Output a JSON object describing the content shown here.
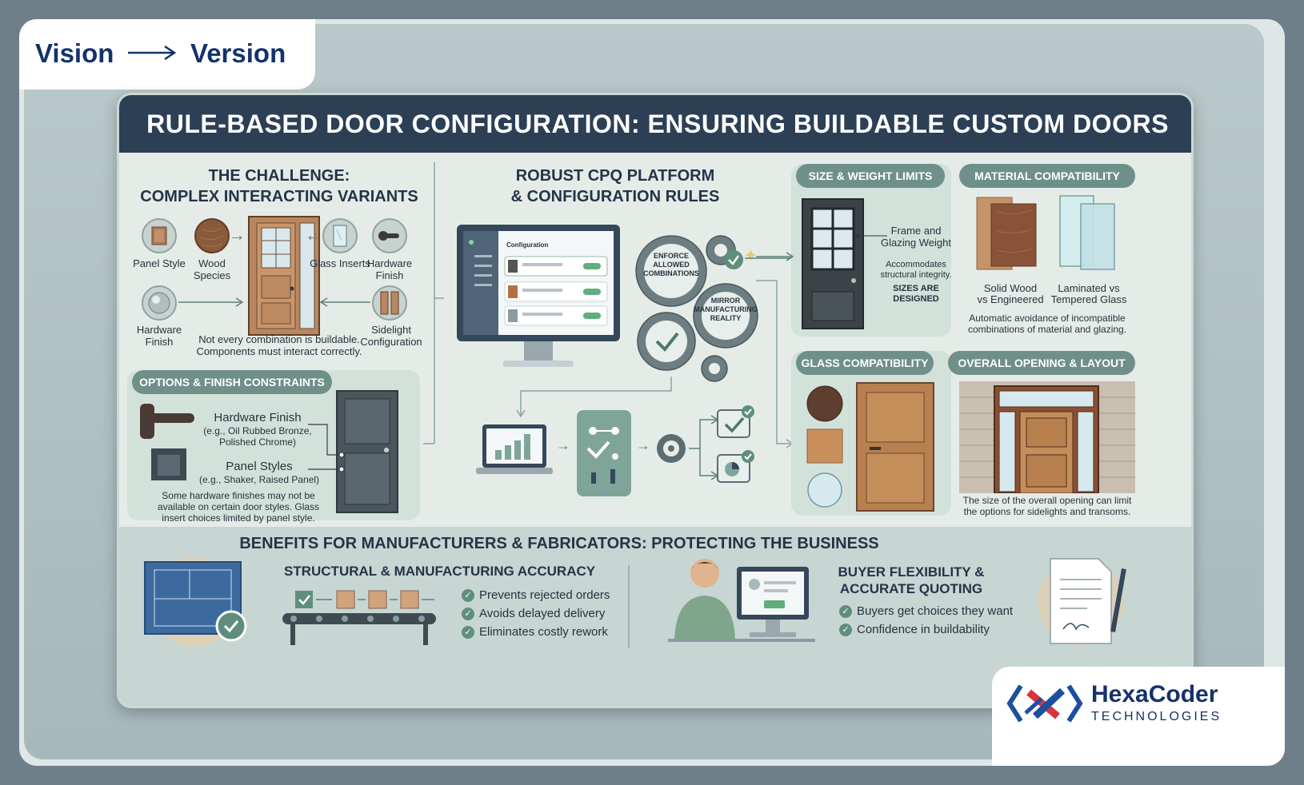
{
  "vision": "Vision",
  "version": "Version",
  "title": "RULE-BASED DOOR CONFIGURATION: ENSURING BUILDABLE CUSTOM DOORS",
  "challenge": {
    "heading1": "THE CHALLENGE:",
    "heading2": "COMPLEX INTERACTING VARIANTS",
    "panel_style": "Panel Style",
    "wood_species": "Wood Species",
    "glass_inserts": "Glass Inserts",
    "hardware_finish_top": "Hardware Finish",
    "hardware_finish_bottom": "Hardware Finish",
    "sidelight_config": "Sidelight Configuration",
    "note1": "Not every combination is buildable.",
    "note2": "Components must interact correctly."
  },
  "options": {
    "pill": "OPTIONS & FINISH CONSTRAINTS",
    "hw_title": "Hardware Finish",
    "hw_sub1": "(e.g., Oil Rubbed Bronze,",
    "hw_sub2": "Polished Chrome)",
    "ps_title": "Panel Styles",
    "ps_sub": "(e.g., Shaker, Raised Panel)",
    "note1": "Some hardware finishes may not be",
    "note2": "available on certain door styles. Glass",
    "note3": "insert choices limited by panel style."
  },
  "cpq": {
    "heading1": "ROBUST CPQ PLATFORM",
    "heading2": "& CONFIGURATION RULES",
    "screen_title": "Configuration",
    "gear1_1": "ENFORCE",
    "gear1_2": "ALLOWED",
    "gear1_3": "COMBINATIONS",
    "gear2_1": "MIRROR",
    "gear2_2": "MANUFACTURING",
    "gear2_3": "REALITY"
  },
  "size": {
    "pill": "SIZE & WEIGHT LIMITS",
    "label1": "Frame and",
    "label2": "Glazing Weight",
    "acc1": "Accommodates",
    "acc2": "structural integrity.",
    "sizes1": "SIZES ARE",
    "sizes2": "DESIGNED"
  },
  "material": {
    "pill": "MATERIAL COMPATIBILITY",
    "solid1": "Solid Wood",
    "solid2": "vs Engineered",
    "lam1": "Laminated vs",
    "lam2": "Tempered Glass",
    "note1": "Automatic avoidance of incompatible",
    "note2": "combinations of material and glazing."
  },
  "glass": {
    "pill": "GLASS COMPATIBILITY"
  },
  "opening": {
    "pill": "OVERALL OPENING & LAYOUT",
    "note1": "The size of the overall opening can limit",
    "note2": "the options for sidelights and transoms."
  },
  "benefits": {
    "heading": "BENEFITS FOR MANUFACTURERS & FABRICATORS: PROTECTING THE BUSINESS",
    "struct_heading": "STRUCTURAL & MANUFACTURING ACCURACY",
    "struct_items": [
      "Prevents rejected orders",
      "Avoids delayed delivery",
      "Eliminates costly rework"
    ],
    "buyer_heading1": "BUYER FLEXIBILITY &",
    "buyer_heading2": "ACCURATE QUOTING",
    "buyer_items": [
      "Buyers get choices they want",
      "Confidence in buildability"
    ]
  },
  "logo": {
    "name": "HexaCoder",
    "sub": "TECHNOLOGIES"
  },
  "colors": {
    "navy": "#2c3f55",
    "accent": "#14326b",
    "pill": "#6f8f89",
    "check": "#5f8f7c"
  }
}
